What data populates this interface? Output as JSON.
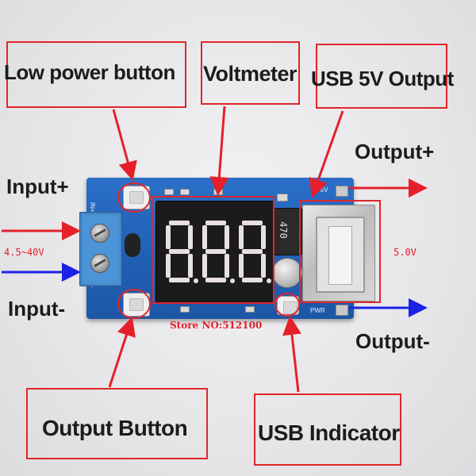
{
  "labels": {
    "low_power_button": "Low power button",
    "voltmeter": "Voltmeter",
    "usb_5v_output": "USB 5V Output",
    "output_plus": "Output+",
    "input_plus": "Input+",
    "input_range": "4.5~40V",
    "output_voltage": "5.0V",
    "input_minus": "Input-",
    "output_minus": "Output-",
    "store_no": "Store NO:512100",
    "output_button": "Output Button",
    "usb_indicator": "USB Indicator"
  },
  "silkscreen": {
    "in_plus": "IN+",
    "in_minus": "IN-",
    "plus_5v": "+5V",
    "pwr": "PWR",
    "inductor": "470"
  },
  "display_digits": [
    "8.",
    "8.",
    "8."
  ],
  "colors": {
    "frame_red": "#e0262a",
    "arrow_red": "#e5202a",
    "arrow_blue": "#1a22e6",
    "led_segment": "#e8dfe4",
    "board_blue": "#2160b6"
  }
}
